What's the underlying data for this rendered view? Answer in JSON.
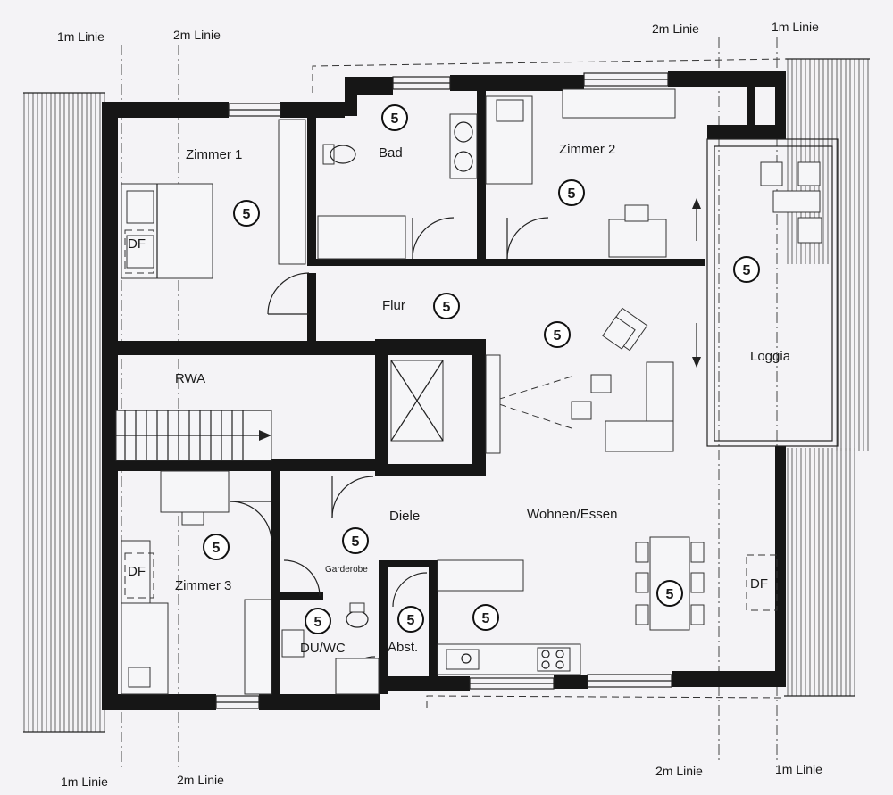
{
  "rooms": {
    "zimmer1": "Zimmer 1",
    "bad": "Bad",
    "zimmer2": "Zimmer 2",
    "flur": "Flur",
    "loggia": "Loggia",
    "rwa": "RWA",
    "diele": "Diele",
    "wohnen": "Wohnen/Essen",
    "zimmer3": "Zimmer 3",
    "garderobe": "Garderobe",
    "duwc": "DU/WC",
    "abst": "Abst."
  },
  "roof_window_label": "DF",
  "badge_number": "5",
  "reference_lines": {
    "one_m": "1m Linie",
    "two_m": "2m Linie"
  },
  "colors": {
    "wall": "#161616",
    "paper": "#f4f3f6"
  }
}
